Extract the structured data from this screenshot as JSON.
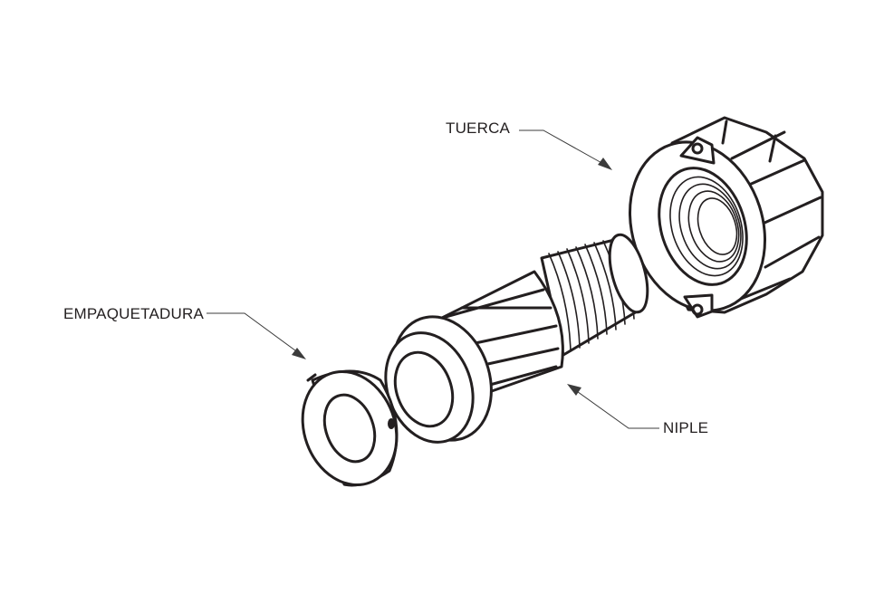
{
  "labels": {
    "nut": "TUERCA",
    "gasket": "EMPAQUETADURA",
    "nipple": "NIPLE"
  },
  "colors": {
    "line": "#231f20",
    "leader": "#3c3c3c",
    "background": "#ffffff"
  }
}
